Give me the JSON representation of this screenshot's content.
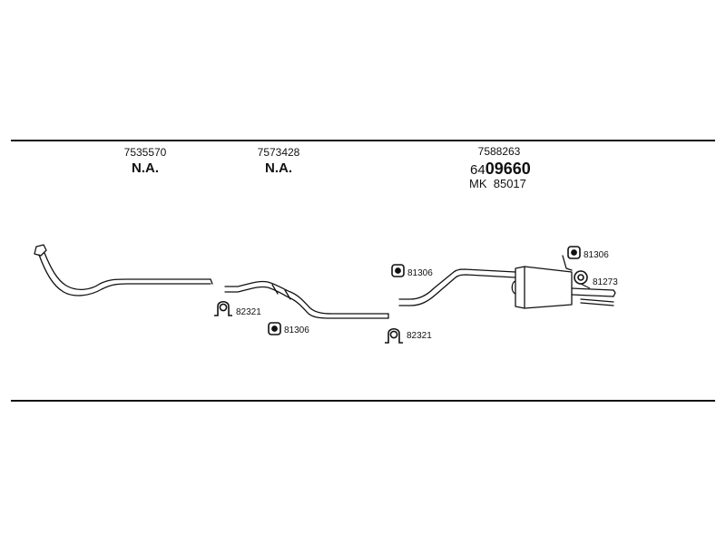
{
  "columns": [
    {
      "part_number": "7535570",
      "status": "N.A."
    },
    {
      "part_number": "7573428",
      "status": "N.A."
    },
    {
      "part_number": "7588263",
      "oem_prefix": "64",
      "oem_main": "09660",
      "mk_label": "MK",
      "mk_value": "85017"
    }
  ],
  "fittings": {
    "clamp_left": "82321",
    "hanger_mid": "81306",
    "hanger_center": "81306",
    "clamp_center": "82321",
    "hanger_right_top": "81306",
    "ring_right": "81273"
  },
  "icons": [
    "rubber-hanger-icon",
    "pipe-clamp-icon",
    "rubber-ring-icon"
  ],
  "colors": {
    "line": "#111111",
    "background": "#ffffff"
  }
}
